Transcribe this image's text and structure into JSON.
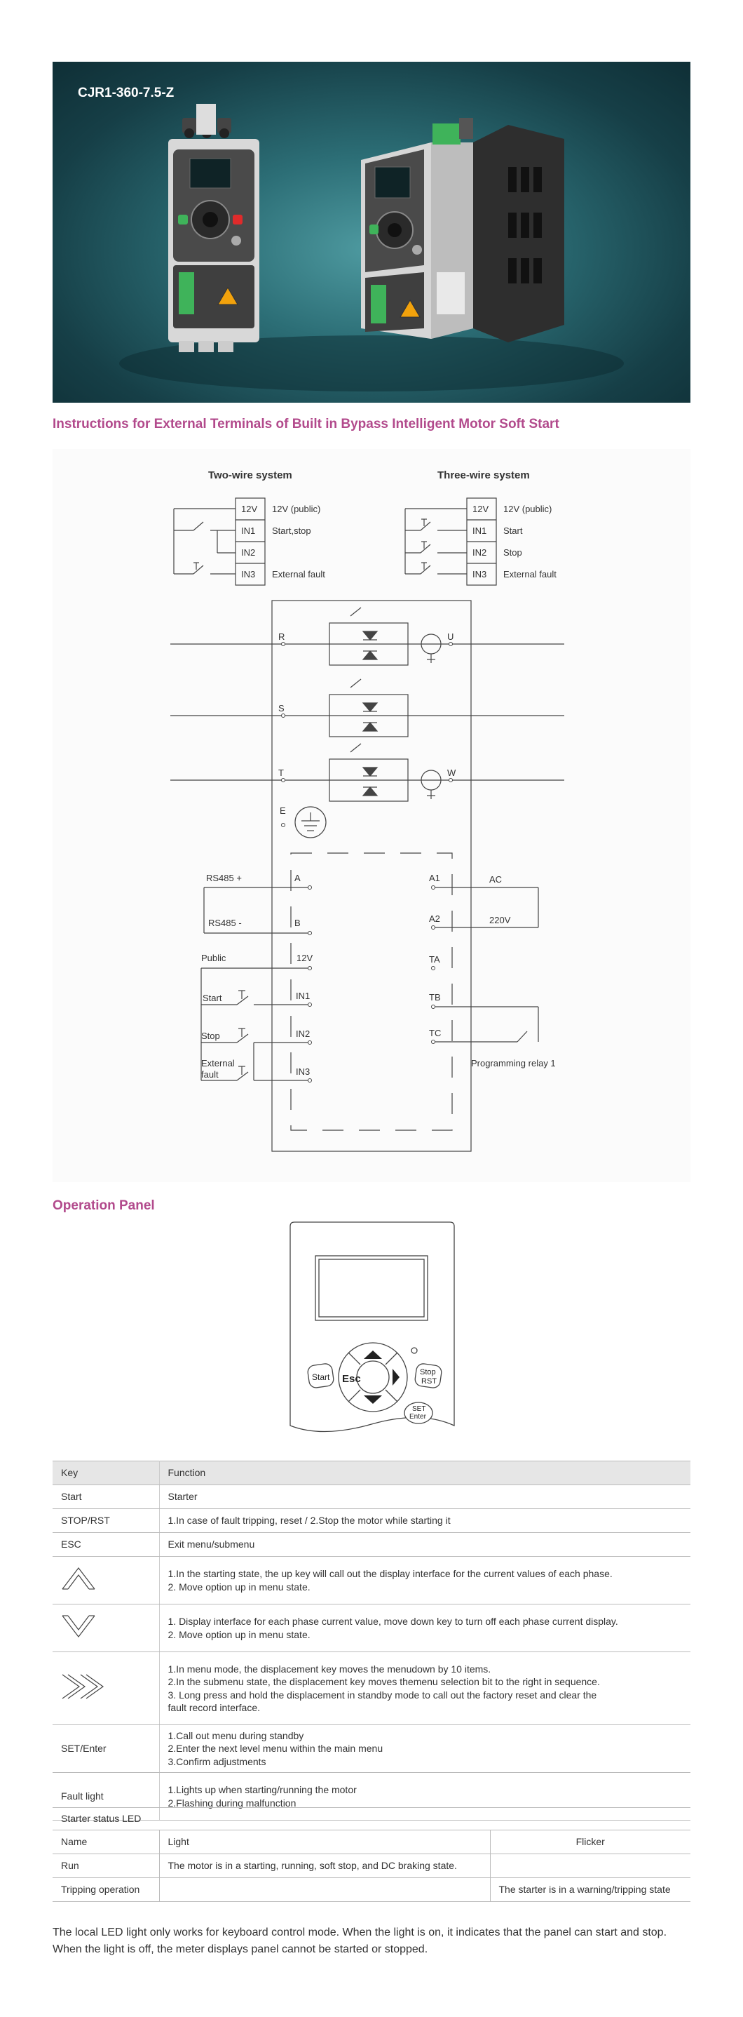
{
  "hero": {
    "model": "CJR1-360-7.5-Z"
  },
  "titles": {
    "terminals": "Instructions for External Terminals of Built in Bypass Intelligent Motor Soft Start",
    "panel": "Operation Panel"
  },
  "wiring": {
    "two_wire": {
      "title": "Two-wire system",
      "terminals": [
        "12V",
        "IN1",
        "IN2",
        "IN3"
      ],
      "labels": [
        "12V (public)",
        "Start,stop",
        "",
        "External fault"
      ]
    },
    "three_wire": {
      "title": "Three-wire system",
      "terminals": [
        "12V",
        "IN1",
        "IN2",
        "IN3"
      ],
      "labels": [
        "12V (public)",
        "Start",
        "Stop",
        "External fault"
      ]
    },
    "phases_in": [
      "R",
      "S",
      "T"
    ],
    "phases_out": [
      "U",
      "W"
    ],
    "earth": "E",
    "left_terms": [
      "A",
      "B",
      "12V",
      "IN1",
      "IN2",
      "IN3"
    ],
    "right_terms": [
      "A1",
      "A2",
      "TA",
      "TB",
      "TC"
    ],
    "rs485_plus": "RS485 +",
    "rs485_minus": "RS485 -",
    "ac": "AC",
    "v220": "220V",
    "public": "Public",
    "start": "Start",
    "stop": "Stop",
    "ext_fault_1": "External",
    "ext_fault_2": "fault",
    "relay": "Programming relay 1"
  },
  "panel": {
    "start": "Start",
    "esc": "Esc",
    "stop": "Stop",
    "rst": "RST",
    "set": "SET",
    "enter": "Enter"
  },
  "keys_table": {
    "head": [
      "Key",
      "Function"
    ],
    "rows": [
      {
        "key": "Start",
        "icon": "",
        "lines": [
          "Starter"
        ]
      },
      {
        "key": "STOP/RST",
        "icon": "",
        "lines": [
          "1.In case of fault tripping, reset   /  2.Stop the motor while starting it"
        ]
      },
      {
        "key": "ESC",
        "icon": "",
        "lines": [
          "Exit menu/submenu"
        ]
      },
      {
        "key": "",
        "icon": "up-arrow-icon",
        "lines": [
          "1.In the starting state, the up key will call out the display interface for the current values of each phase.",
          "2. Move option up in menu state."
        ]
      },
      {
        "key": "",
        "icon": "down-arrow-icon",
        "lines": [
          "1. Display interface for each phase current value, move down key to turn off each phase current display.",
          "2. Move option up in menu state."
        ]
      },
      {
        "key": "",
        "icon": "double-chevron-right-icon",
        "lines": [
          "1.In menu mode, the displacement key moves the menudown by 10 items.",
          "2.In the submenu state, the displacement key moves themenu selection bit to the right in sequence.",
          "3. Long press and hold the displacement in standby mode to call out the factory reset and clear the",
          "fault record interface."
        ]
      },
      {
        "key": "SET/Enter",
        "icon": "",
        "lines": [
          "1.Call out menu during standby",
          "2.Enter the next level menu within the main menu",
          "3.Confirm adjustments"
        ]
      },
      {
        "key": "Fault light",
        "icon": "",
        "lines": [
          "1.Lights up when starting/running the motor",
          "2.Flashing during malfunction"
        ]
      }
    ]
  },
  "status_table": {
    "title": "Starter status LED",
    "head": [
      "Name",
      "Light",
      "Flicker"
    ],
    "rows": [
      {
        "name": "Run",
        "light": "The motor is in a starting, running, soft stop, and DC braking state.",
        "flicker": ""
      },
      {
        "name": "Tripping operation",
        "light": "",
        "flicker": "The starter is in a warning/tripping state"
      }
    ]
  },
  "note": "The local LED light only works for keyboard control mode. When the light is on, it indicates that the panel can start and stop. When the light is off, the meter displays panel cannot be started or stopped.",
  "colors": {
    "accent": "#b24a8c",
    "hero_bg": "#2c6e76",
    "terminal_green": "#3fb35a"
  }
}
